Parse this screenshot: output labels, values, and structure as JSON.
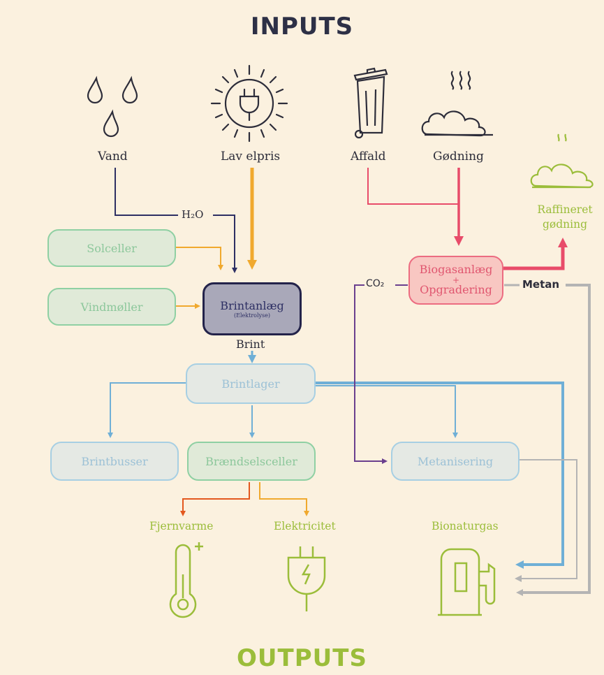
{
  "titles": {
    "inputs": "INPUTS",
    "outputs": "OUTPUTS"
  },
  "inputs": {
    "vand": "Vand",
    "lav_elpris": "Lav elpris",
    "affald": "Affald",
    "godning": "Gødning"
  },
  "edge_labels": {
    "h2o": "H₂O",
    "co2": "CO₂",
    "metan": "Metan",
    "brint": "Brint"
  },
  "nodes": {
    "solceller": "Solceller",
    "vindmoller": "Vindmøller",
    "brintanlaeg": "Brintanlæg",
    "brintanlaeg_sub": "(Elektrolyse)",
    "biogas_line1": "Biogasanlæg",
    "biogas_plus": "+",
    "biogas_line2": "Opgradering",
    "brintlager": "Brintlager",
    "brintbusser": "Brintbusser",
    "braendselsceller": "Brændselsceller",
    "metanisering": "Metanisering"
  },
  "outputs": {
    "raffineret_line1": "Raffineret",
    "raffineret_line2": "gødning",
    "fjernvarme": "Fjernvarme",
    "elektricitet": "Elektricitet",
    "bionaturgas": "Bionaturgas"
  },
  "colors": {
    "title_inputs": "#2d3046",
    "title_outputs": "#9bbd3a",
    "navy": "#2d2f63",
    "orange": "#f0a92e",
    "pink": "#e84c6a",
    "blue": "#6fafd6",
    "purple": "#6a3f8e",
    "gray": "#b4b4b4",
    "green": "#9bbd3a",
    "red_orange": "#e3581e"
  }
}
